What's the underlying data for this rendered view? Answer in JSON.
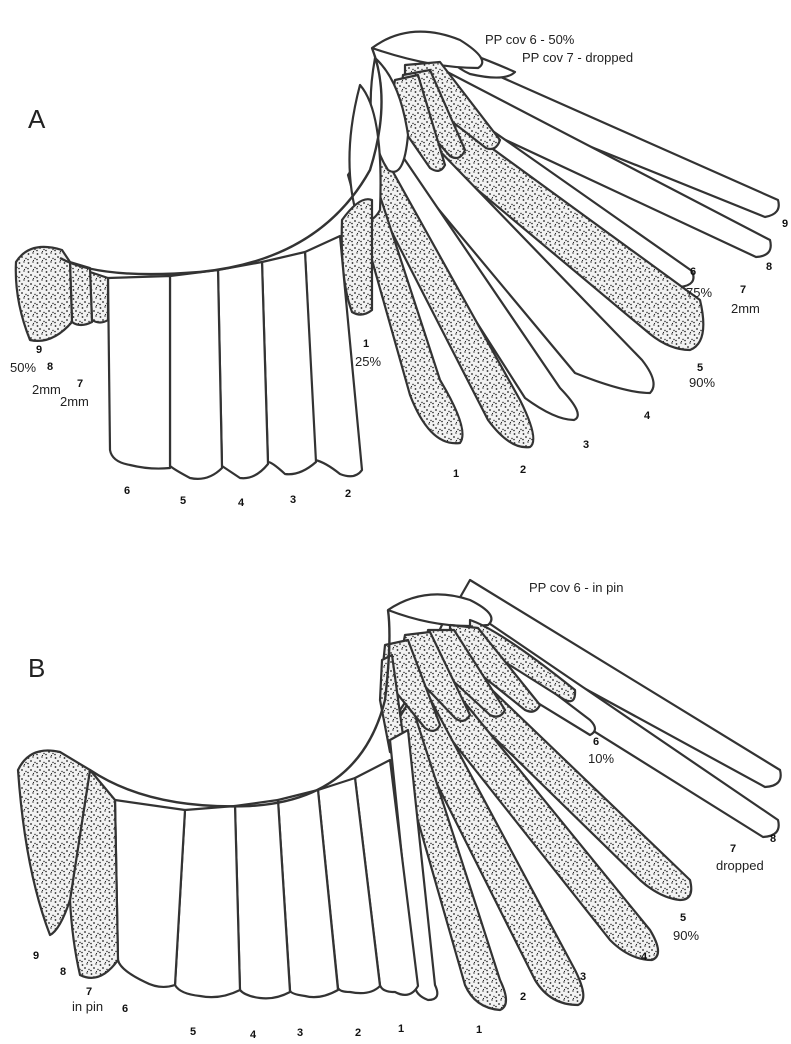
{
  "panel_a": {
    "letter": "A",
    "cov_notes": [
      "PP cov 6 - 50%",
      "PP cov 7 - dropped"
    ],
    "primaries": [
      {
        "num": "1",
        "note": ""
      },
      {
        "num": "2",
        "note": ""
      },
      {
        "num": "3",
        "note": ""
      },
      {
        "num": "4",
        "note": ""
      },
      {
        "num": "5",
        "note": "90%"
      },
      {
        "num": "6",
        "note": "75%"
      },
      {
        "num": "7",
        "note": "2mm"
      },
      {
        "num": "8",
        "note": ""
      },
      {
        "num": "9",
        "note": ""
      }
    ],
    "secondaries": [
      {
        "num": "1",
        "note": "25%"
      },
      {
        "num": "2"
      },
      {
        "num": "3"
      },
      {
        "num": "4"
      },
      {
        "num": "5"
      },
      {
        "num": "6"
      },
      {
        "num": "7",
        "note": "2mm"
      },
      {
        "num": "8",
        "note": "2mm"
      },
      {
        "num": "9",
        "note": "50%"
      }
    ]
  },
  "panel_b": {
    "letter": "B",
    "cov_notes": [
      "PP cov 6 - in pin"
    ],
    "primaries": [
      {
        "num": "1",
        "note": ""
      },
      {
        "num": "2",
        "note": ""
      },
      {
        "num": "3",
        "note": ""
      },
      {
        "num": "4",
        "note": ""
      },
      {
        "num": "5",
        "note": "90%"
      },
      {
        "num": "6",
        "note": "10%"
      },
      {
        "num": "7",
        "note": "dropped"
      },
      {
        "num": "8",
        "note": ""
      }
    ],
    "secondaries": [
      {
        "num": "1"
      },
      {
        "num": "2"
      },
      {
        "num": "3"
      },
      {
        "num": "4"
      },
      {
        "num": "5"
      },
      {
        "num": "6"
      },
      {
        "num": "7",
        "note": "in pin"
      },
      {
        "num": "8"
      },
      {
        "num": "9"
      }
    ]
  }
}
